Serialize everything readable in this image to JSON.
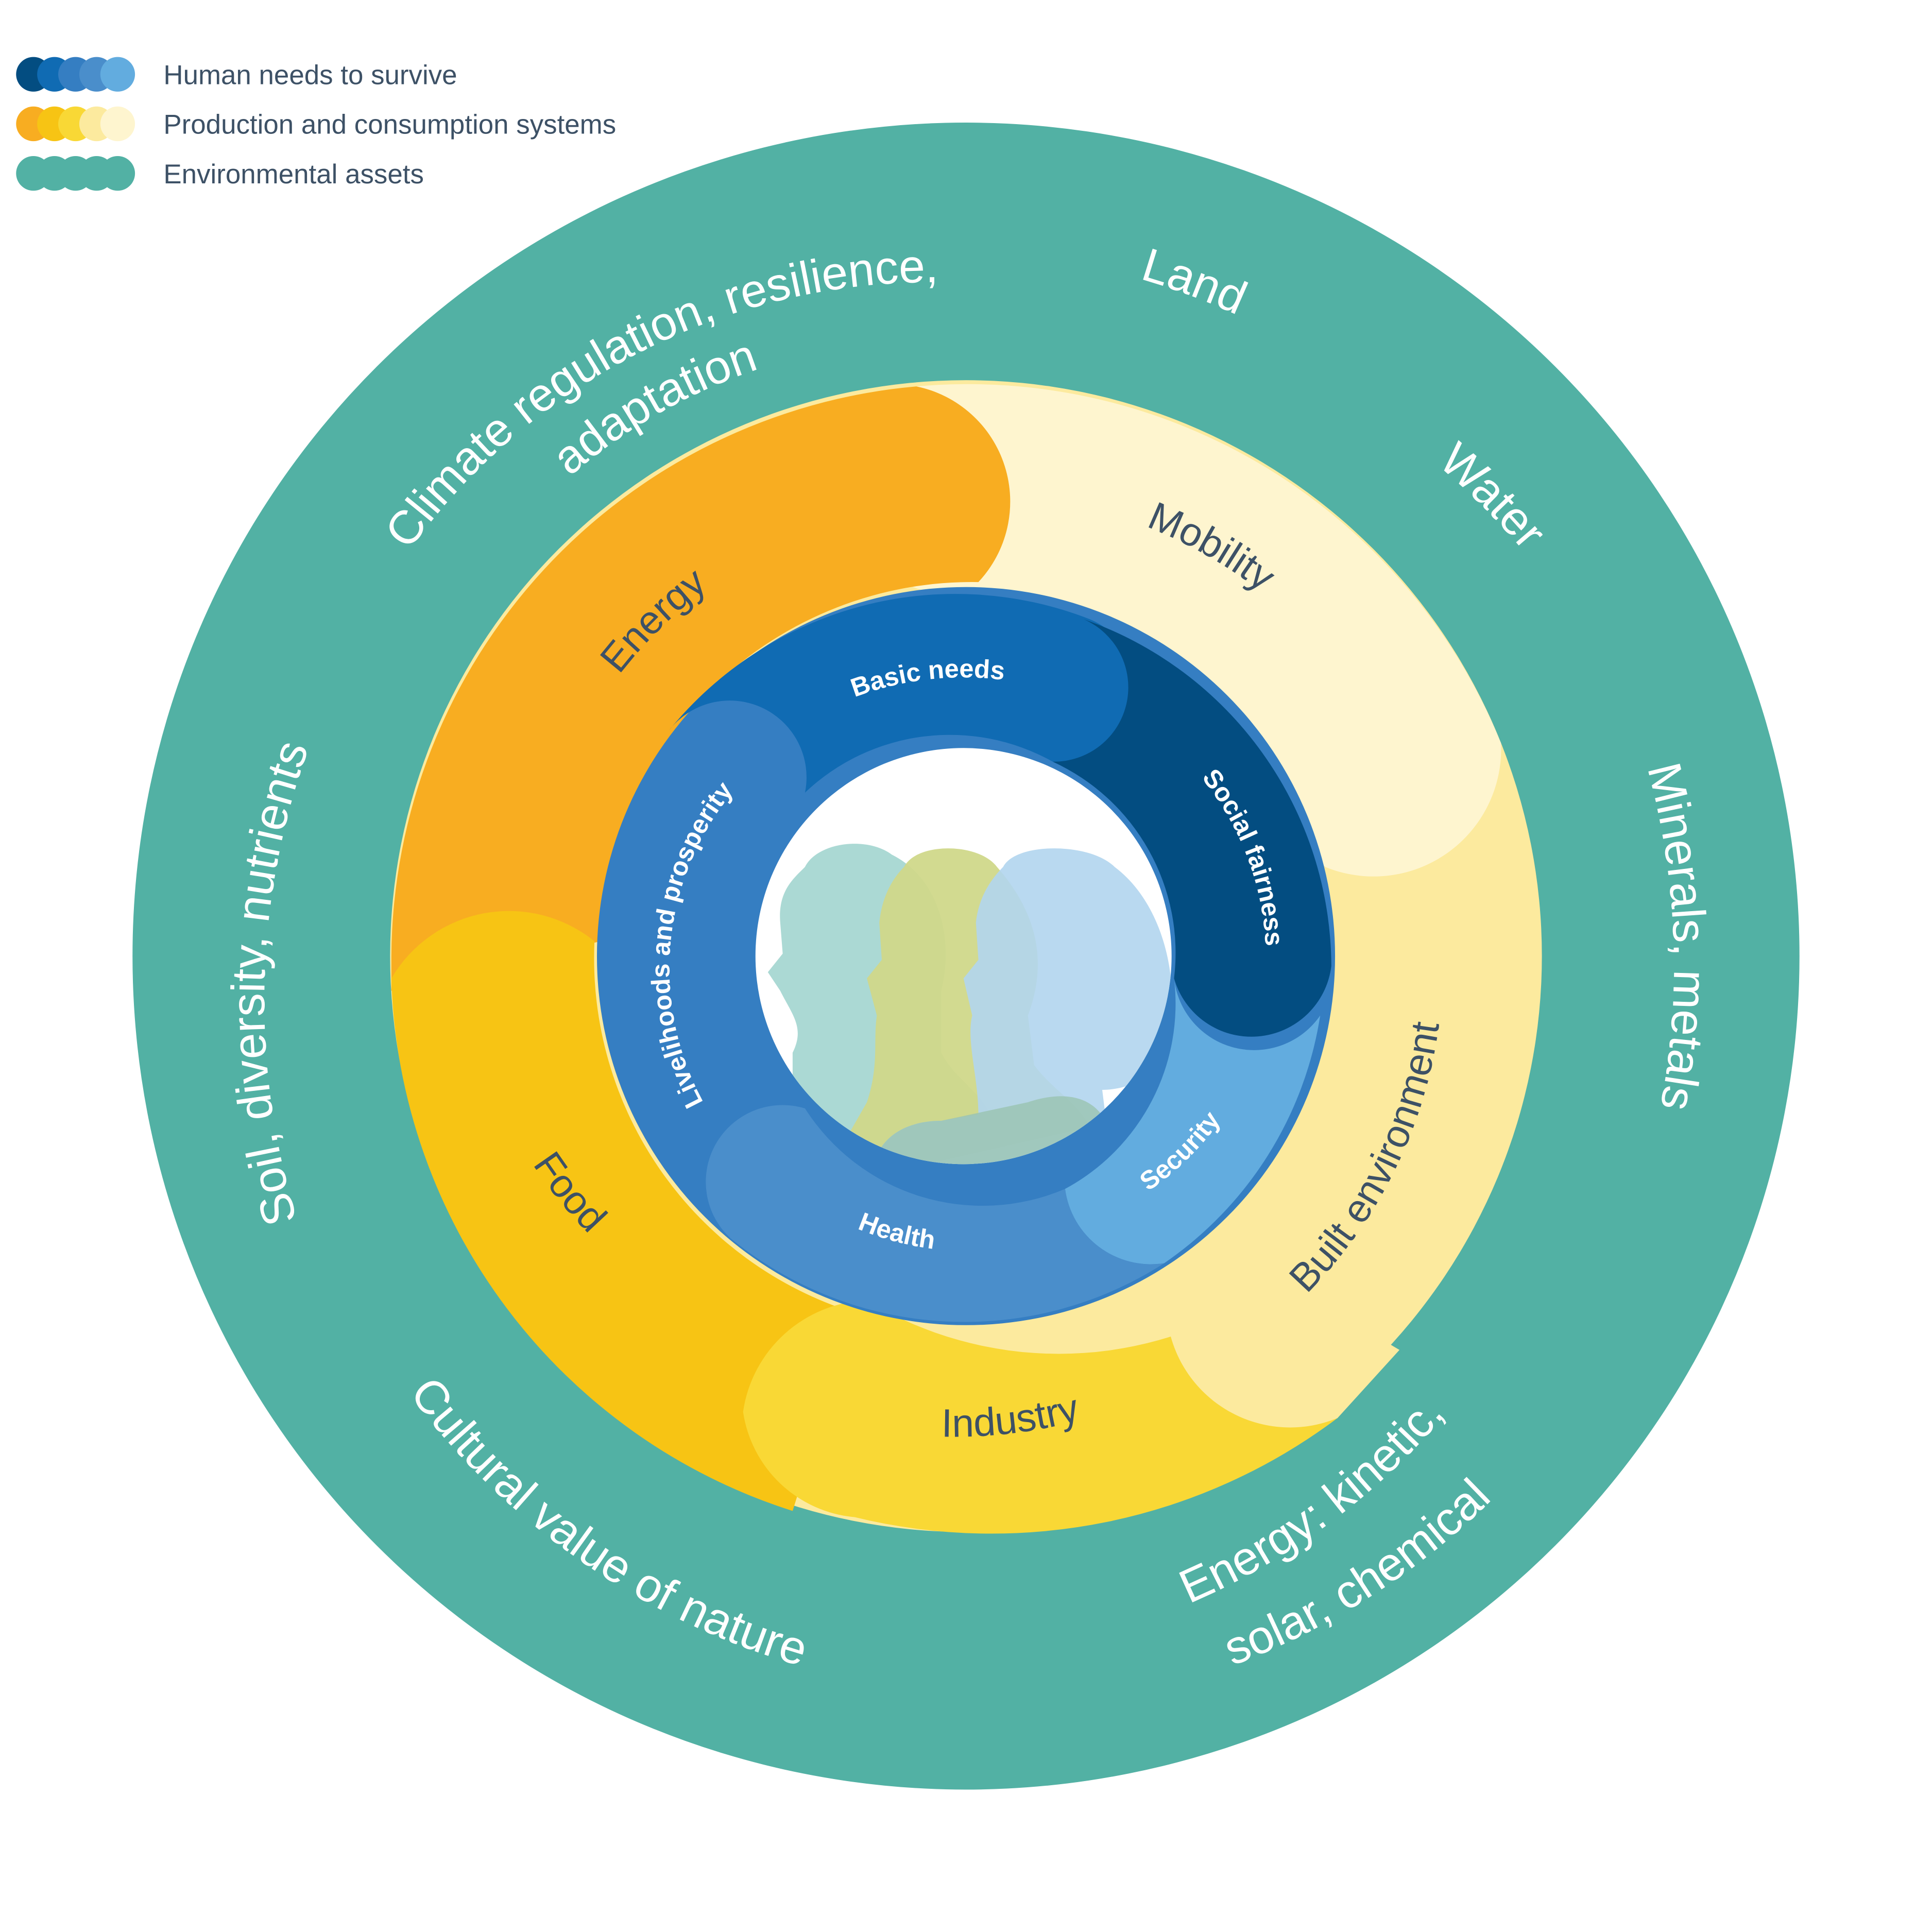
{
  "colors": {
    "environmental": "#52b1a4",
    "energy": "#f8ad21",
    "food": "#f7c414",
    "industry": "#f9d835",
    "built_environment": "#fcea9e",
    "mobility": "#fef5cf",
    "basic_needs": "#106bb3",
    "social_fairness": "#034d81",
    "livelihoods": "#357ec2",
    "health": "#4a8ecb",
    "security": "#62acdf",
    "label_dark": "#3d5166",
    "label_light": "#ffffff",
    "silhouette_teal": "#a7d7d2",
    "silhouette_yellow": "#d0d88a",
    "silhouette_blue": "#b1d5ee",
    "silhouette_overlap": "#9bc4b4"
  },
  "legend": {
    "items": [
      {
        "label": "Human needs to survive",
        "swatches": [
          "#034d81",
          "#106bb3",
          "#357ec2",
          "#4a8ecb",
          "#62acdf"
        ]
      },
      {
        "label": "Production and consumption systems",
        "swatches": [
          "#f8ad21",
          "#f7c414",
          "#f9d835",
          "#fcea9e",
          "#fef5cf"
        ]
      },
      {
        "label": "Environmental assets",
        "swatches": [
          "#52b1a4",
          "#52b1a4",
          "#52b1a4",
          "#52b1a4",
          "#52b1a4"
        ]
      }
    ]
  },
  "rings": {
    "environmental_assets": {
      "category": "Environmental assets",
      "labels": [
        {
          "id": "climate",
          "lines": [
            "Climate regulation, resilience,",
            "adaptation"
          ]
        },
        {
          "id": "land",
          "lines": [
            "Land"
          ]
        },
        {
          "id": "water",
          "lines": [
            "Water"
          ]
        },
        {
          "id": "minerals",
          "lines": [
            "Minerals, metals"
          ]
        },
        {
          "id": "energy-sources",
          "lines": [
            "Energy: kinetic,",
            "solar, chemical"
          ]
        },
        {
          "id": "cultural",
          "lines": [
            "Cultural value of nature"
          ]
        },
        {
          "id": "soil",
          "lines": [
            "Soil, diversity, nutrients"
          ]
        }
      ]
    },
    "production_consumption": {
      "category": "Production and consumption systems",
      "segments": [
        {
          "id": "energy",
          "label": "Energy"
        },
        {
          "id": "mobility",
          "label": "Mobility"
        },
        {
          "id": "built-environment",
          "label": "Built environment"
        },
        {
          "id": "industry",
          "label": "Industry"
        },
        {
          "id": "food",
          "label": "Food"
        }
      ]
    },
    "human_needs": {
      "category": "Human needs to survive",
      "segments": [
        {
          "id": "basic-needs",
          "label": "Basic needs"
        },
        {
          "id": "social-fairness",
          "label": "Social fairness"
        },
        {
          "id": "security",
          "label": "Security"
        },
        {
          "id": "health",
          "label": "Health"
        },
        {
          "id": "livelihoods",
          "label": "Livelihoods and prosperity"
        }
      ]
    }
  },
  "center": {
    "illustration": "three-overlapping-human-profile-silhouettes"
  }
}
